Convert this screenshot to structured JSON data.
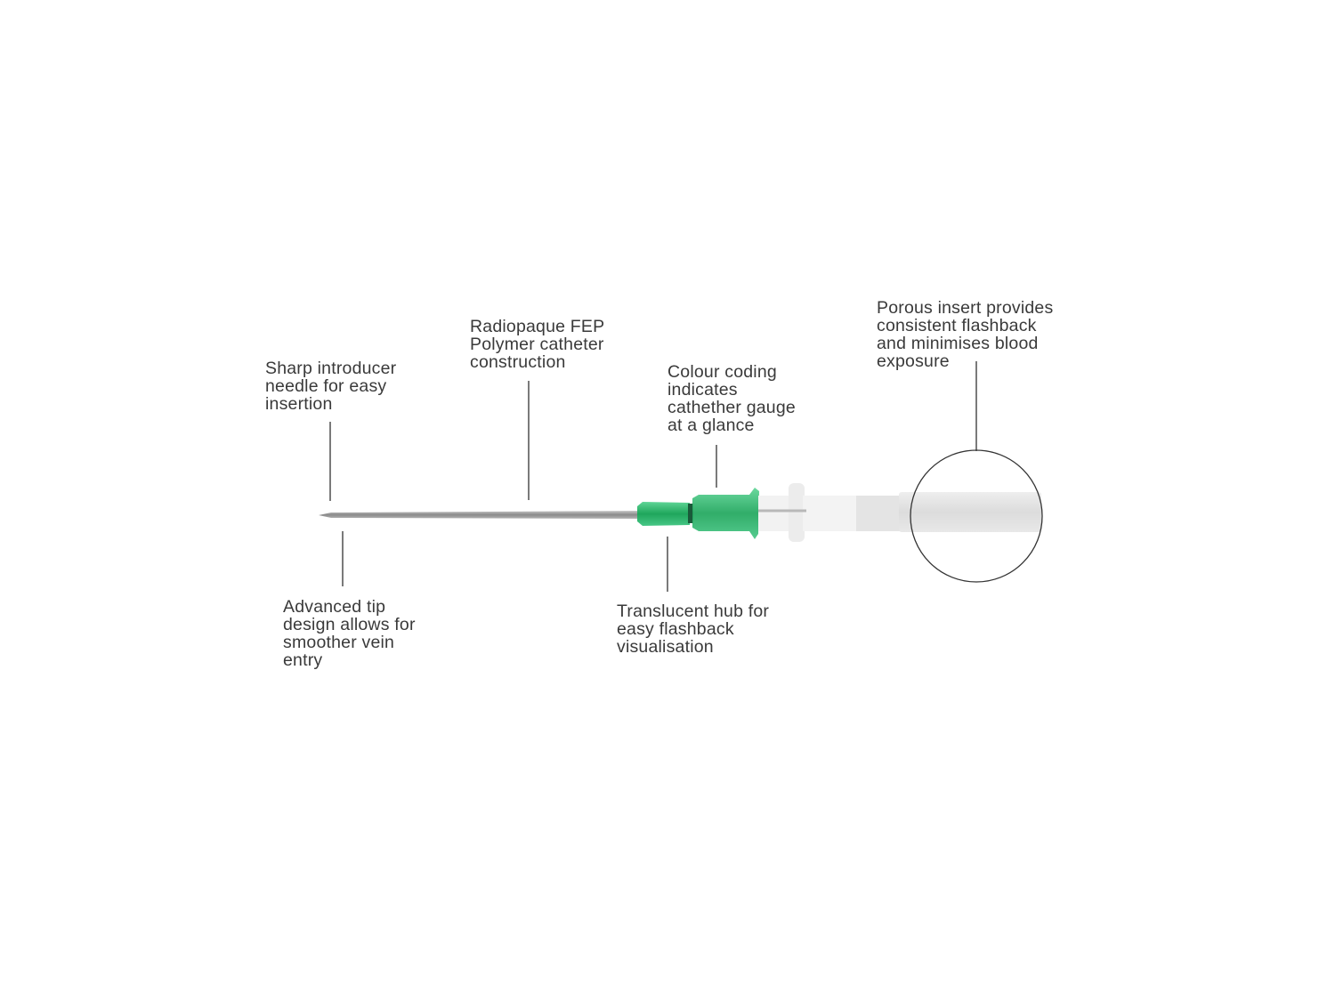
{
  "callouts": {
    "sharp_needle": [
      "Sharp introducer",
      "needle for easy",
      "insertion"
    ],
    "radiopaque": [
      "Radiopaque FEP",
      "Polymer catheter",
      "construction"
    ],
    "colour_coding": [
      "Colour coding",
      "indicates",
      "cathether gauge",
      "at a glance"
    ],
    "porous_insert": [
      "Porous insert provides",
      "consistent flashback",
      "and minimises blood",
      "exposure"
    ],
    "advanced_tip": [
      "Advanced tip",
      "design allows for",
      "smoother vein",
      "entry"
    ],
    "translucent_hub": [
      "Translucent hub for",
      "easy flashback",
      "visualisation"
    ]
  },
  "colors": {
    "hub_green": "#2fb46a",
    "line": "#333333"
  }
}
